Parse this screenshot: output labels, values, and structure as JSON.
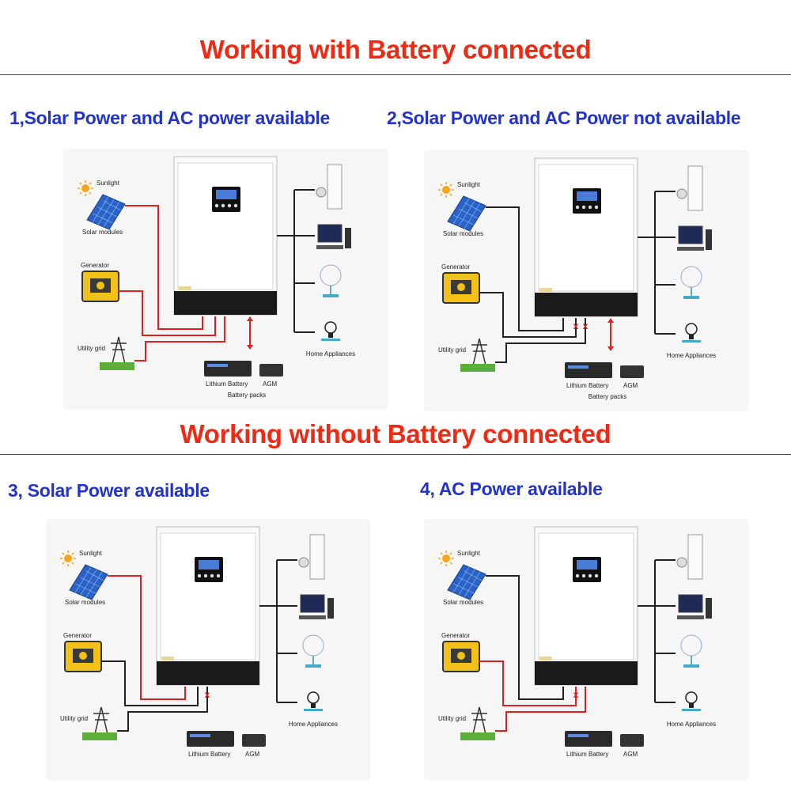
{
  "headings": {
    "with_battery": "Working with Battery connected",
    "without_battery": "Working without Battery connected"
  },
  "panels": [
    {
      "title": "1,Solar Power and AC power available",
      "battery": true
    },
    {
      "title": "2,Solar Power and AC Power not available",
      "battery": true
    },
    {
      "title": "3, Solar Power available",
      "battery": false
    },
    {
      "title": "4, AC Power available",
      "battery": false
    }
  ],
  "labels": {
    "sunlight": "Sunlight",
    "solar_modules": "Solar modules",
    "generator": "Generator",
    "utility_grid": "Utility grid",
    "home_appliances": "Home Appliances",
    "lithium_battery": "Lithium Battery",
    "agm": "AGM",
    "battery_packs": "Battery packs",
    "cut_mark": "x"
  },
  "colors": {
    "heading": "#ee2a14",
    "panel_title": "#2233cc",
    "active_line": "#e02020",
    "idle_line": "#222222",
    "cut_mark": "#e02020"
  },
  "icons": [
    "sun-icon",
    "solar-panel-icon",
    "generator-icon",
    "pylon-icon",
    "inverter-icon",
    "air-conditioner-icon",
    "computer-icon",
    "fan-icon",
    "light-bulb-icon",
    "lithium-battery-icon",
    "agm-battery-icon"
  ]
}
